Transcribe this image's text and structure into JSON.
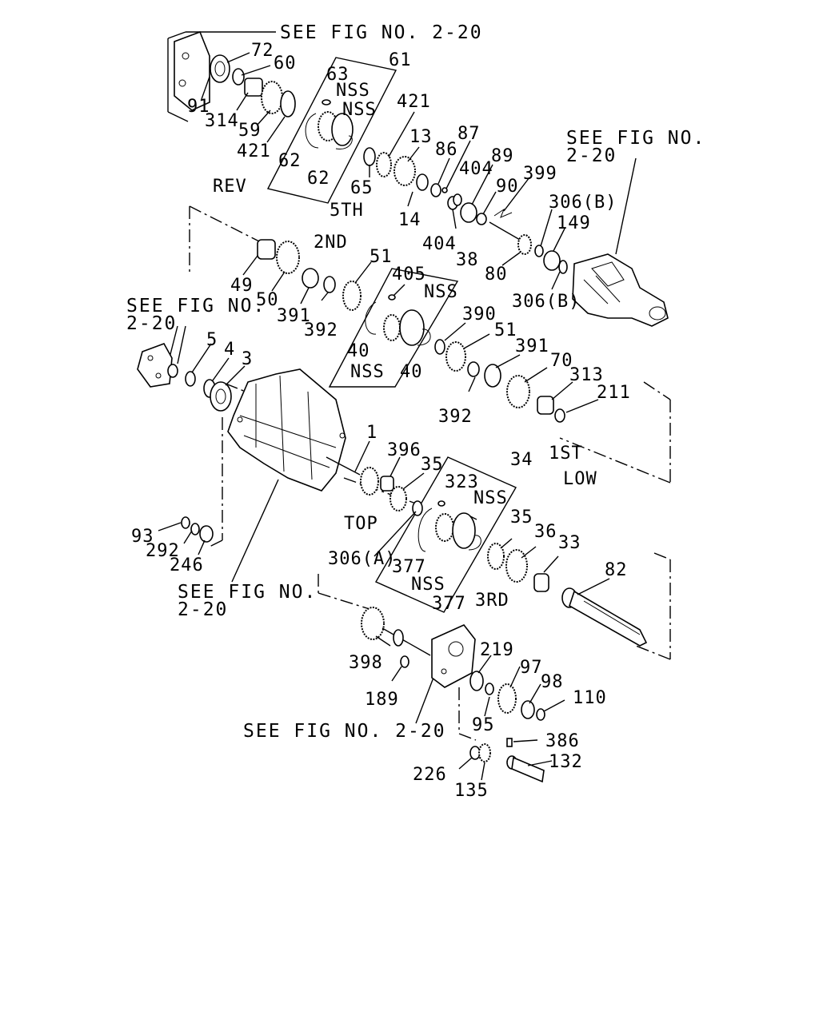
{
  "references": {
    "top": "SEE FIG NO. 2-20",
    "right_line1": "SEE FIG NO.",
    "right_line2": "2-20",
    "left_line1": "SEE FIG NO.",
    "left_line2": "2-20",
    "bottom_left_line1": "SEE FIG NO.",
    "bottom_left_line2": "2-20",
    "bottom": "SEE FIG NO. 2-20"
  },
  "section_labels": {
    "rev": "REV",
    "fifth": "5TH",
    "second": "2ND",
    "first": "1ST",
    "low": "LOW",
    "top": "TOP",
    "third": "3RD"
  },
  "parts": {
    "p72": "72",
    "p60": "60",
    "p91": "91",
    "p314": "314",
    "p59": "59",
    "p421a": "421",
    "p61": "61",
    "p63": "63",
    "nss1": "NSS",
    "nss2": "NSS",
    "p62a": "62",
    "p62b": "62",
    "p421b": "421",
    "p13": "13",
    "p87": "87",
    "p86": "86",
    "p65": "65",
    "p14": "14",
    "p404a": "404",
    "p89": "89",
    "p404b": "404",
    "p399": "399",
    "p90": "90",
    "p306b1": "306(B)",
    "p149": "149",
    "p80": "80",
    "p306b2": "306(B)",
    "p49": "49",
    "p50": "50",
    "p391a": "391",
    "p392a": "392",
    "p51a": "51",
    "p38": "38",
    "p405": "405",
    "nss3": "NSS",
    "p40a": "40",
    "nss4": "NSS",
    "p40b": "40",
    "p390": "390",
    "p51b": "51",
    "p391b": "391",
    "p70": "70",
    "p392b": "392",
    "p313": "313",
    "p211": "211",
    "p5": "5",
    "p4": "4",
    "p3": "3",
    "p1": "1",
    "p396": "396",
    "p35a": "35",
    "p34": "34",
    "p323": "323",
    "nss5": "NSS",
    "p306a": "306(A)",
    "p377a": "377",
    "nss6": "NSS",
    "p377b": "377",
    "p35b": "35",
    "p36": "36",
    "p33": "33",
    "p82": "82",
    "p93": "93",
    "p292": "292",
    "p246": "246",
    "p398": "398",
    "p189": "189",
    "p219": "219",
    "p97": "97",
    "p98": "98",
    "p110": "110",
    "p95": "95",
    "p386": "386",
    "p132": "132",
    "p226": "226",
    "p135": "135"
  }
}
